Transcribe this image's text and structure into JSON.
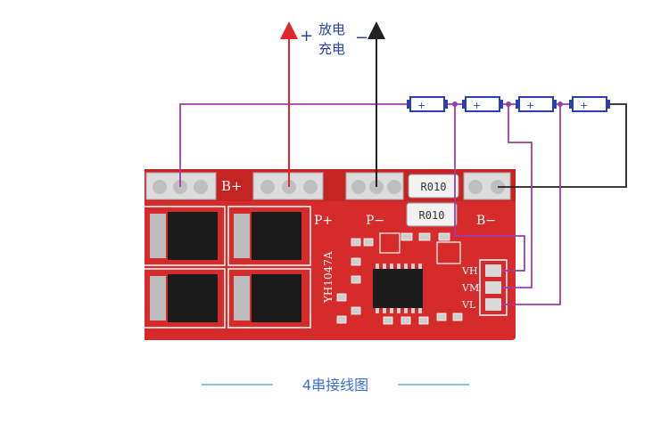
{
  "labels": {
    "plus_sign": "+",
    "minus_sign": "−",
    "discharge": "放电",
    "charge": "充电",
    "b_plus": "B+",
    "p_plus": "P+",
    "p_minus": "P−",
    "b_minus": "B−",
    "resistor": "R010",
    "board_model": "YH1047A",
    "vh": "VH",
    "vm": "VM",
    "vl": "VL",
    "cell_plus": "+",
    "caption": "4串接线图"
  },
  "colors": {
    "board": "#d62b2b",
    "board_dark": "#b81e1e",
    "wire_purple": "#9b3fa8",
    "wire_red": "#e0262b",
    "wire_black": "#222222",
    "cell_blue": "#2b3fb5",
    "text_blue": "#2b3faa",
    "caption_blue": "#3a6fd8",
    "silk_white": "#ffffff"
  },
  "icons": [
    "battery-cell-icon",
    "mosfet-chip-icon",
    "ic-chip-icon",
    "resistor-icon",
    "terminal-screw-icon"
  ]
}
